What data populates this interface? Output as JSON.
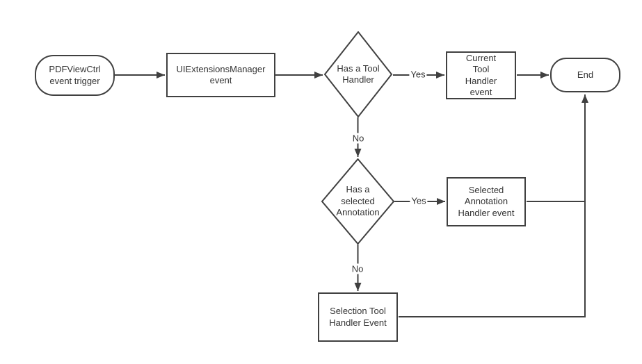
{
  "diagram": {
    "background_color": "#ffffff",
    "line_color": "#404040",
    "text_color": "#333333",
    "nodes": {
      "start": {
        "type": "terminator",
        "label": "PDFViewCtrl\nevent trigger"
      },
      "uiextensions": {
        "type": "process",
        "label": "UIExtensionsManager\nevent"
      },
      "has_tool_handler": {
        "type": "decision",
        "label": "Has a Tool\nHandler"
      },
      "current_tool": {
        "type": "process",
        "label": "Current\nTool\nHandler\nevent"
      },
      "end": {
        "type": "terminator",
        "label": "End"
      },
      "has_selected_annotation": {
        "type": "decision",
        "label": "Has a\nselected\nAnnotation"
      },
      "selected_annotation": {
        "type": "process",
        "label": "Selected\nAnnotation\nHandler event"
      },
      "selection_tool": {
        "type": "process",
        "label": "Selection Tool\nHandler Event"
      }
    },
    "edge_labels": {
      "tool_yes": "Yes",
      "tool_no": "No",
      "annotation_yes": "Yes",
      "annotation_no": "No"
    }
  }
}
